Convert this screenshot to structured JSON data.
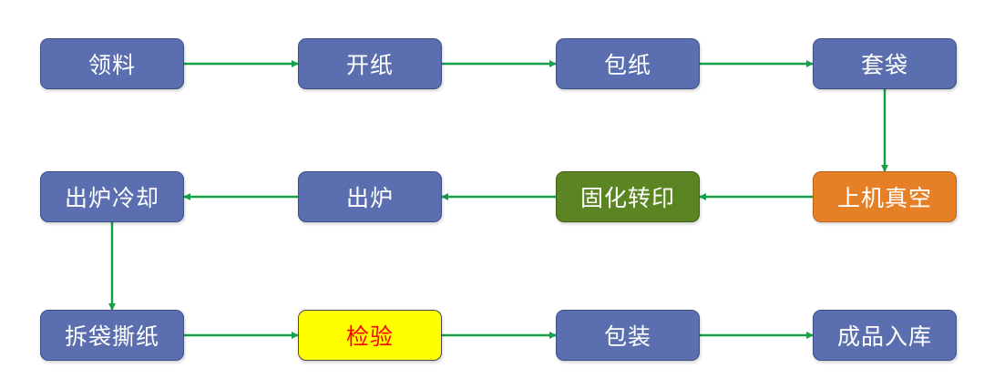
{
  "flowchart": {
    "nodes": [
      {
        "id": "n0",
        "label": "领料",
        "style": "default"
      },
      {
        "id": "n1",
        "label": "开纸",
        "style": "default"
      },
      {
        "id": "n2",
        "label": "包纸",
        "style": "default"
      },
      {
        "id": "n3",
        "label": "套袋",
        "style": "default"
      },
      {
        "id": "n4",
        "label": "上机真空",
        "style": "orange"
      },
      {
        "id": "n5",
        "label": "固化转印",
        "style": "green"
      },
      {
        "id": "n6",
        "label": "出炉",
        "style": "default"
      },
      {
        "id": "n7",
        "label": "出炉冷却",
        "style": "default"
      },
      {
        "id": "n8",
        "label": "拆袋撕纸",
        "style": "default"
      },
      {
        "id": "n9",
        "label": "检验",
        "style": "yellow"
      },
      {
        "id": "n10",
        "label": "包装",
        "style": "default"
      },
      {
        "id": "n11",
        "label": "成品入库",
        "style": "default"
      }
    ],
    "edges": [
      {
        "from": "n0",
        "to": "n1"
      },
      {
        "from": "n1",
        "to": "n2"
      },
      {
        "from": "n2",
        "to": "n3"
      },
      {
        "from": "n3",
        "to": "n4"
      },
      {
        "from": "n4",
        "to": "n5"
      },
      {
        "from": "n5",
        "to": "n6"
      },
      {
        "from": "n6",
        "to": "n7"
      },
      {
        "from": "n7",
        "to": "n8"
      },
      {
        "from": "n8",
        "to": "n9"
      },
      {
        "from": "n9",
        "to": "n10"
      },
      {
        "from": "n10",
        "to": "n11"
      }
    ],
    "colors": {
      "arrow": "#17a04a",
      "default_fill": "#5b6fb0",
      "green_fill": "#5a8522",
      "orange_fill": "#e58027",
      "yellow_fill": "#ffff00",
      "yellow_text": "#ff0000"
    }
  }
}
